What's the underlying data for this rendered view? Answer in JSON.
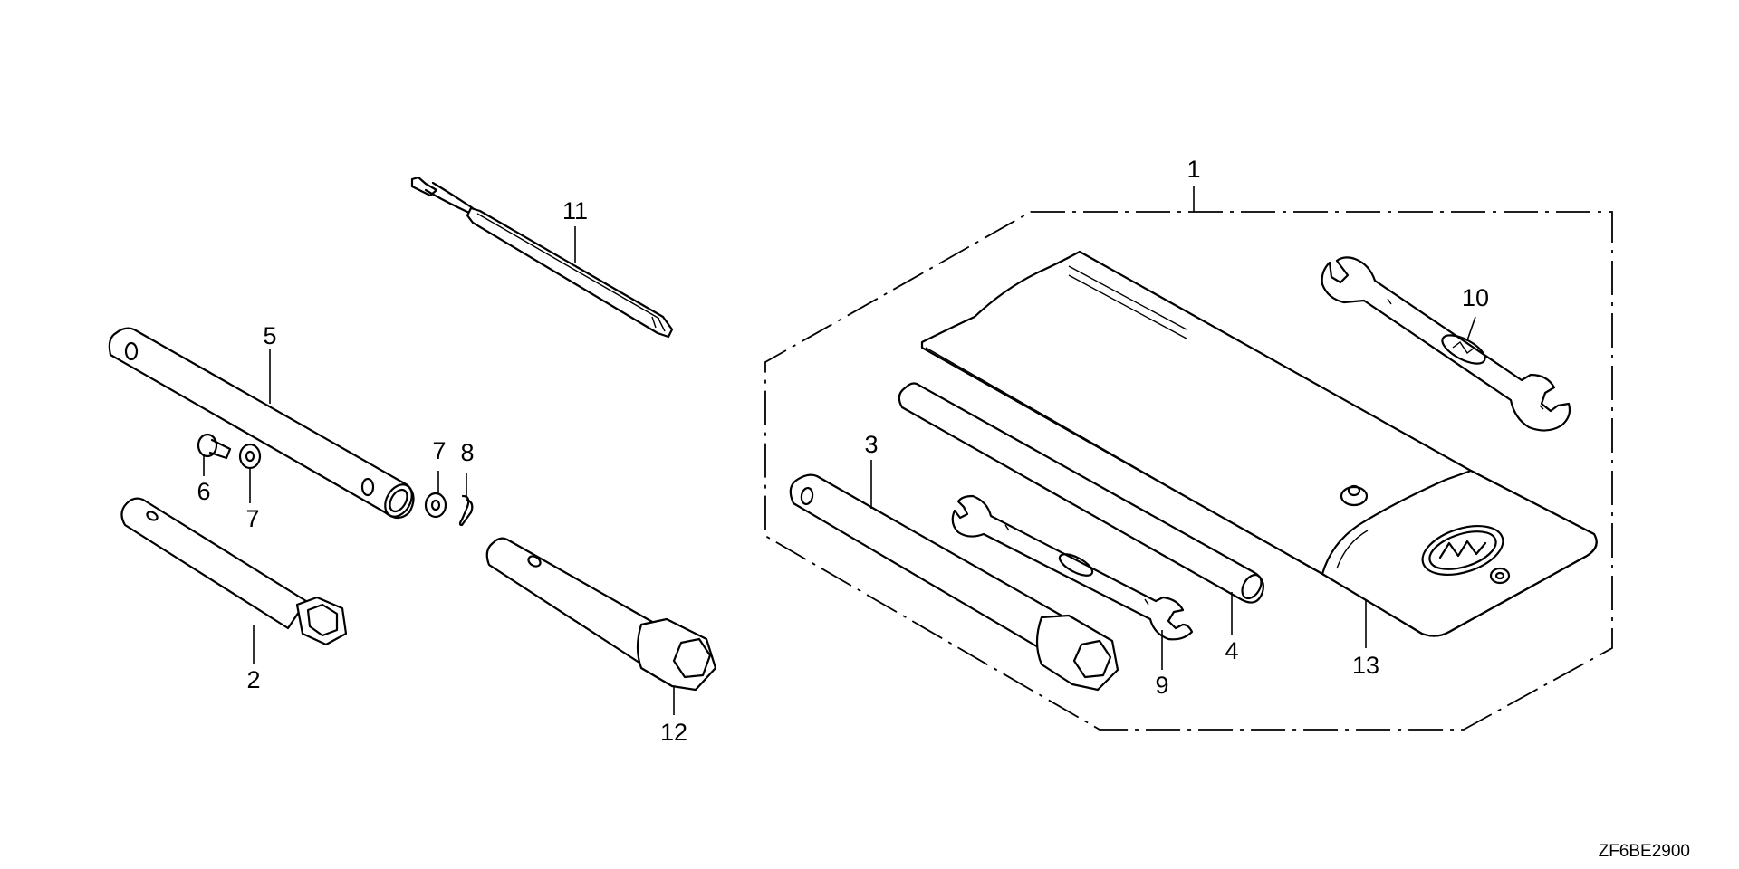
{
  "diagram": {
    "drawing_code": "ZF6BE2900",
    "callouts": [
      "1",
      "2",
      "3",
      "4",
      "5",
      "6",
      "7",
      "7",
      "8",
      "9",
      "10",
      "11",
      "12",
      "13"
    ]
  }
}
